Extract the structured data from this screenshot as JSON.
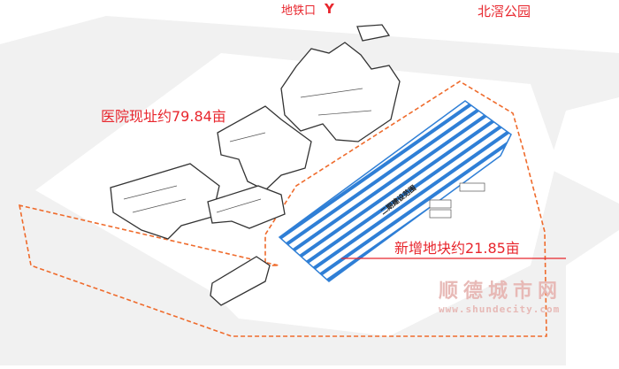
{
  "labels": {
    "metro": "地铁口",
    "metro_logo": "Y",
    "park": "北滘公园",
    "hospital_site": "医院现址约79.84亩",
    "new_plot": "新增地块约21.85亩",
    "phase2": "二期建设范围"
  },
  "watermark": {
    "name": "顺德城市网",
    "url": "www.shundecity.com"
  },
  "colors": {
    "accent_red": "#e8262d",
    "boundary_orange": "#ef6b2c",
    "hatch_blue": "#2f7fd6",
    "watermark": "#e7b9b6"
  }
}
